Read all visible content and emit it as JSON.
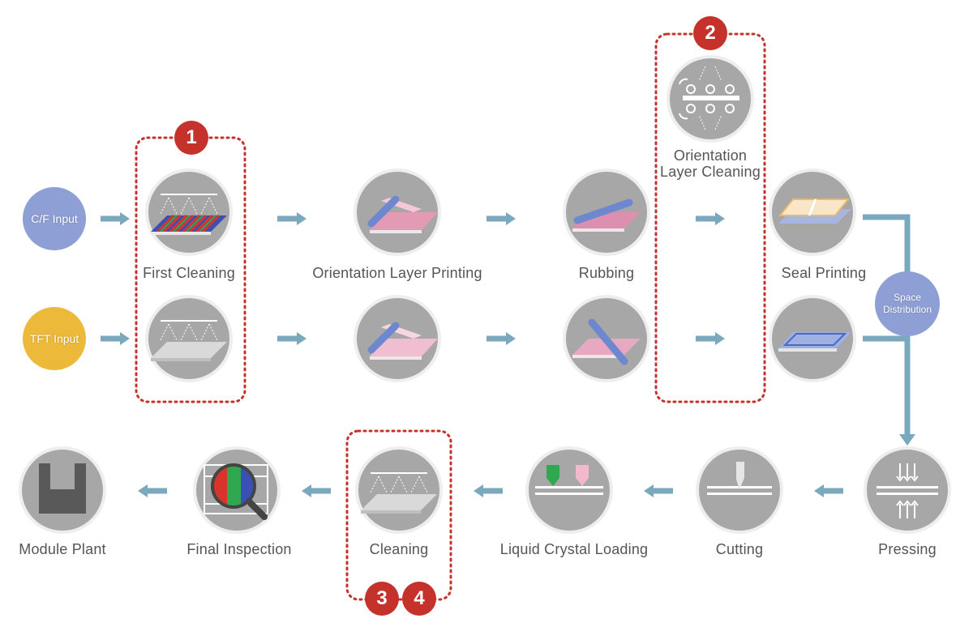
{
  "inputs": {
    "cf": "C/F Input",
    "tft": "TFT Input",
    "space": "Space Distribution"
  },
  "steps": {
    "first_cleaning": "First Cleaning",
    "orientation_printing": "Orientation Layer Printing",
    "rubbing": "Rubbing",
    "orientation_cleaning": "Orientation Layer Cleaning",
    "seal_printing": "Seal Printing",
    "pressing": "Pressing",
    "cutting": "Cutting",
    "lc_loading": "Liquid Crystal Loading",
    "cleaning": "Cleaning",
    "final_inspection": "Final Inspection",
    "module_plant": "Module Plant"
  },
  "badges": {
    "b1": "1",
    "b2": "2",
    "b3": "3",
    "b4": "4"
  },
  "colors": {
    "arrow": "#7aa8bd",
    "circle_fill": "#a7a7a7",
    "circle_ring": "#dcdcdc",
    "cf_input": "#8e9fd6",
    "tft_input": "#edb93a",
    "space": "#8e9fd6",
    "badge": "#c4322b",
    "dotted": "#c4322b"
  },
  "icons": {
    "first_cleaning_cf": "spray-on-color-filter-icon",
    "first_cleaning_tft": "spray-on-glass-icon",
    "orientation_printing": "roller-printing-icon",
    "rubbing": "rubbing-roller-icon",
    "orientation_cleaning": "roller-cleaning-icon",
    "seal_printing": "seal-frame-icon",
    "pressing": "press-arrows-icon",
    "cutting": "cutter-icon",
    "lc_loading": "dispenser-icon",
    "cleaning": "spray-on-glass-icon",
    "final_inspection": "magnifier-icon",
    "module_plant": "module-icon"
  }
}
